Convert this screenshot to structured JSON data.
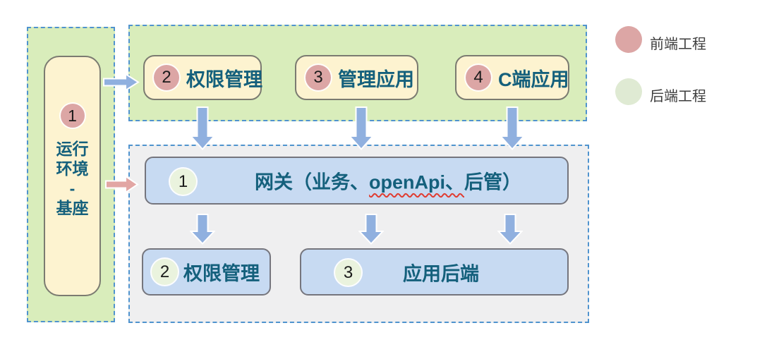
{
  "diagram": {
    "legend": [
      {
        "id": "frontend",
        "label": "前端工程",
        "swatch_color": "#dca6a5"
      },
      {
        "id": "backend",
        "label": "后端工程",
        "swatch_color": "#dfead3"
      }
    ],
    "base": {
      "number": "1",
      "line1": "运行",
      "line2": "环境",
      "line3": "-",
      "line4": "基座"
    },
    "frontend_nodes": [
      {
        "number": "2",
        "label": "权限管理"
      },
      {
        "number": "3",
        "label": "管理应用"
      },
      {
        "number": "4",
        "label": "C端应用"
      }
    ],
    "gateway": {
      "number": "1",
      "text_before": "网关（业务、",
      "text_marked": "openApi、",
      "text_after": "后管）"
    },
    "backend_nodes": [
      {
        "number": "2",
        "label": "权限管理"
      },
      {
        "number": "3",
        "label": "应用后端"
      }
    ],
    "colors": {
      "panel_green": "#d9edbb",
      "panel_gray": "#efeff0",
      "dashed_border": "#4f93ce",
      "node_yellow": "#fdf3d0",
      "node_blue": "#c7daf2",
      "circle_pink": "#dca6a5",
      "circle_green": "#eaf3de",
      "text_teal": "#14607c",
      "arrow_blue": "#90b0df",
      "arrow_pink": "#e2a6a4",
      "spellcheck_red": "#e03c31"
    }
  }
}
